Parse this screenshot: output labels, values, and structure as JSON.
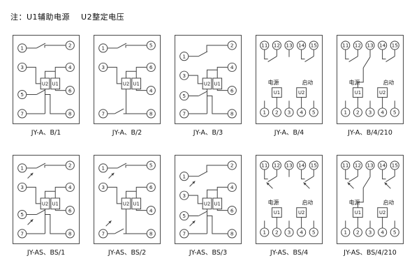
{
  "note": "注：U1辅助电源    U2整定电压",
  "colors": {
    "line": "#3f3f3f",
    "border": "#4a4a4a",
    "text": "#1a1a1a"
  },
  "cards": [
    {
      "caption": "JY-A、B/1",
      "type": "v1",
      "arrows": false,
      "left": [
        "1",
        "3",
        "5",
        "7"
      ],
      "right": [
        "2",
        "4",
        "6",
        "8"
      ],
      "boxes": [
        "U2",
        "U1"
      ]
    },
    {
      "caption": "JY-A、B/2",
      "type": "v2",
      "arrows": false,
      "left": [
        "1",
        "3",
        "7"
      ],
      "right": [
        "5",
        "6",
        "4",
        "8"
      ],
      "boxes": [
        "U2",
        "U1"
      ]
    },
    {
      "caption": "JY-A、B/3",
      "type": "v3",
      "arrows": false,
      "left": [
        "1",
        "3",
        "5",
        "7"
      ],
      "right": [
        "2",
        "4",
        "6",
        "8"
      ],
      "boxes": [
        "U2",
        "U1"
      ]
    },
    {
      "caption": "JY-A、B/4",
      "type": "h4",
      "arrows": false,
      "top": [
        "11",
        "12",
        "13",
        "14",
        "15"
      ],
      "bottom": [
        "1",
        "2",
        "3",
        "4",
        "5"
      ],
      "boxes": [
        "U1",
        "U2"
      ],
      "labels": {
        "power": "电源",
        "start": "启动"
      }
    },
    {
      "caption": "JY-A、B/4/210",
      "type": "h210",
      "arrows": false,
      "top": [
        "11",
        "12",
        "13",
        "14",
        "15"
      ],
      "bottom": [
        "1",
        "2",
        "3",
        "4",
        "5"
      ],
      "boxes": [
        "U1",
        "U2"
      ],
      "labels": {
        "power": "电源",
        "start": "启动"
      }
    },
    {
      "caption": "JY-AS、BS/1",
      "type": "v1",
      "arrows": true,
      "left": [
        "1",
        "3",
        "5",
        "7"
      ],
      "right": [
        "2",
        "4",
        "6",
        "8"
      ],
      "boxes": [
        "U2",
        "U1"
      ]
    },
    {
      "caption": "JY-AS、BS/2",
      "type": "v2",
      "arrows": true,
      "left": [
        "1",
        "3",
        "7"
      ],
      "right": [
        "5",
        "6",
        "4",
        "8"
      ],
      "boxes": [
        "U2",
        "U1"
      ]
    },
    {
      "caption": "JY-AS、BS/3",
      "type": "v3",
      "arrows": true,
      "left": [
        "1",
        "3",
        "5",
        "7"
      ],
      "right": [
        "2",
        "4",
        "6",
        "8"
      ],
      "boxes": [
        "U2",
        "U1"
      ]
    },
    {
      "caption": "JY-AS、BS/4",
      "type": "h4",
      "arrows": true,
      "top": [
        "11",
        "12",
        "13",
        "14",
        "15"
      ],
      "bottom": [
        "1",
        "2",
        "3",
        "4",
        "5"
      ],
      "boxes": [
        "U1",
        "U2"
      ],
      "labels": {
        "power": "电源",
        "start": "启动"
      }
    },
    {
      "caption": "JY-AS、BS/4/210",
      "type": "h210",
      "arrows": true,
      "top": [
        "11",
        "12",
        "13",
        "14",
        "15"
      ],
      "bottom": [
        "1",
        "2",
        "3",
        "4",
        "5"
      ],
      "boxes": [
        "U1",
        "U2"
      ],
      "labels": {
        "power": "电源",
        "start": "启动"
      }
    }
  ]
}
